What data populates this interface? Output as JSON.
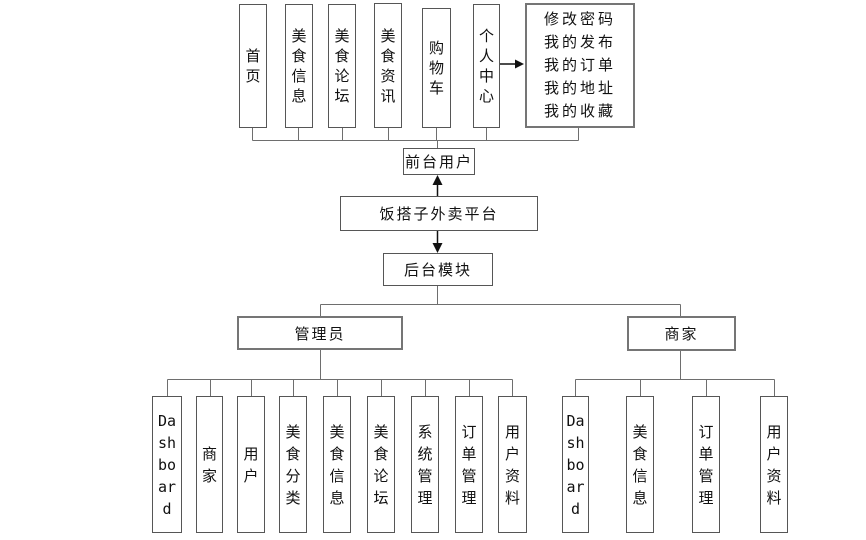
{
  "diagram": {
    "platform": {
      "label": "饭搭子外卖平台"
    },
    "front_user": {
      "label": "前台用户"
    },
    "back_module": {
      "label": "后台模块"
    },
    "admin": {
      "label": "管理员"
    },
    "merchant": {
      "label": "商家"
    },
    "front_children": [
      "首页",
      "美食信息",
      "美食论坛",
      "美食资讯",
      "购物车",
      "个人中心"
    ],
    "personal_submenu": [
      "修改密码",
      "我的发布",
      "我的订单",
      "我的地址",
      "我的收藏"
    ],
    "admin_children": [
      "Dashboard",
      "商家",
      "用户",
      "美食分类",
      "美食信息",
      "美食论坛",
      "系统管理",
      "订单管理",
      "用户资料"
    ],
    "merchant_children": [
      "Dashboard",
      "美食信息",
      "订单管理",
      "用户资料"
    ]
  },
  "colors": {
    "background": "#ffffff",
    "box_fill": "#ffffff",
    "box_border": "#565656",
    "connector_line": "#6e6e6e",
    "arrow": "#111111",
    "text": "#111111"
  }
}
